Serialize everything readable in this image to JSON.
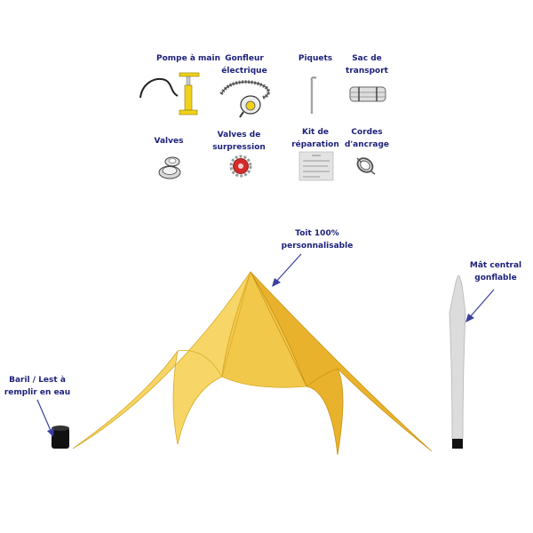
{
  "accessories": [
    {
      "id": "pump",
      "label": "Pompe à main",
      "icon": "hand-pump-icon"
    },
    {
      "id": "inflator",
      "label": "Gonfleur\nélectrique",
      "icon": "electric-inflator-icon"
    },
    {
      "id": "stakes",
      "label": "Piquets",
      "icon": "stake-icon"
    },
    {
      "id": "bag",
      "label": "Sac de\ntransport",
      "icon": "transport-bag-icon"
    },
    {
      "id": "valves",
      "label": "Valves",
      "icon": "valve-icon"
    },
    {
      "id": "relief",
      "label": "Valves de\nsurpression",
      "icon": "relief-valve-icon"
    },
    {
      "id": "repair",
      "label": "Kit de\nréparation",
      "icon": "repair-kit-icon"
    },
    {
      "id": "ropes",
      "label": "Cordes\nd'ancrage",
      "icon": "rope-coil-icon"
    }
  ],
  "callouts": {
    "roof": "Toit 100%\npersonnalisable",
    "mast": "Mât central\ngonflable",
    "barrel": "Baril / Lest à\nremplir en eau"
  },
  "colors": {
    "label_text": "#1b1f7a",
    "tent_light": "#f7d667",
    "tent_mid": "#f2c84b",
    "tent_dark": "#e9b22d",
    "mast": "#dcdcdc",
    "arrow": "#3a3fa0"
  }
}
